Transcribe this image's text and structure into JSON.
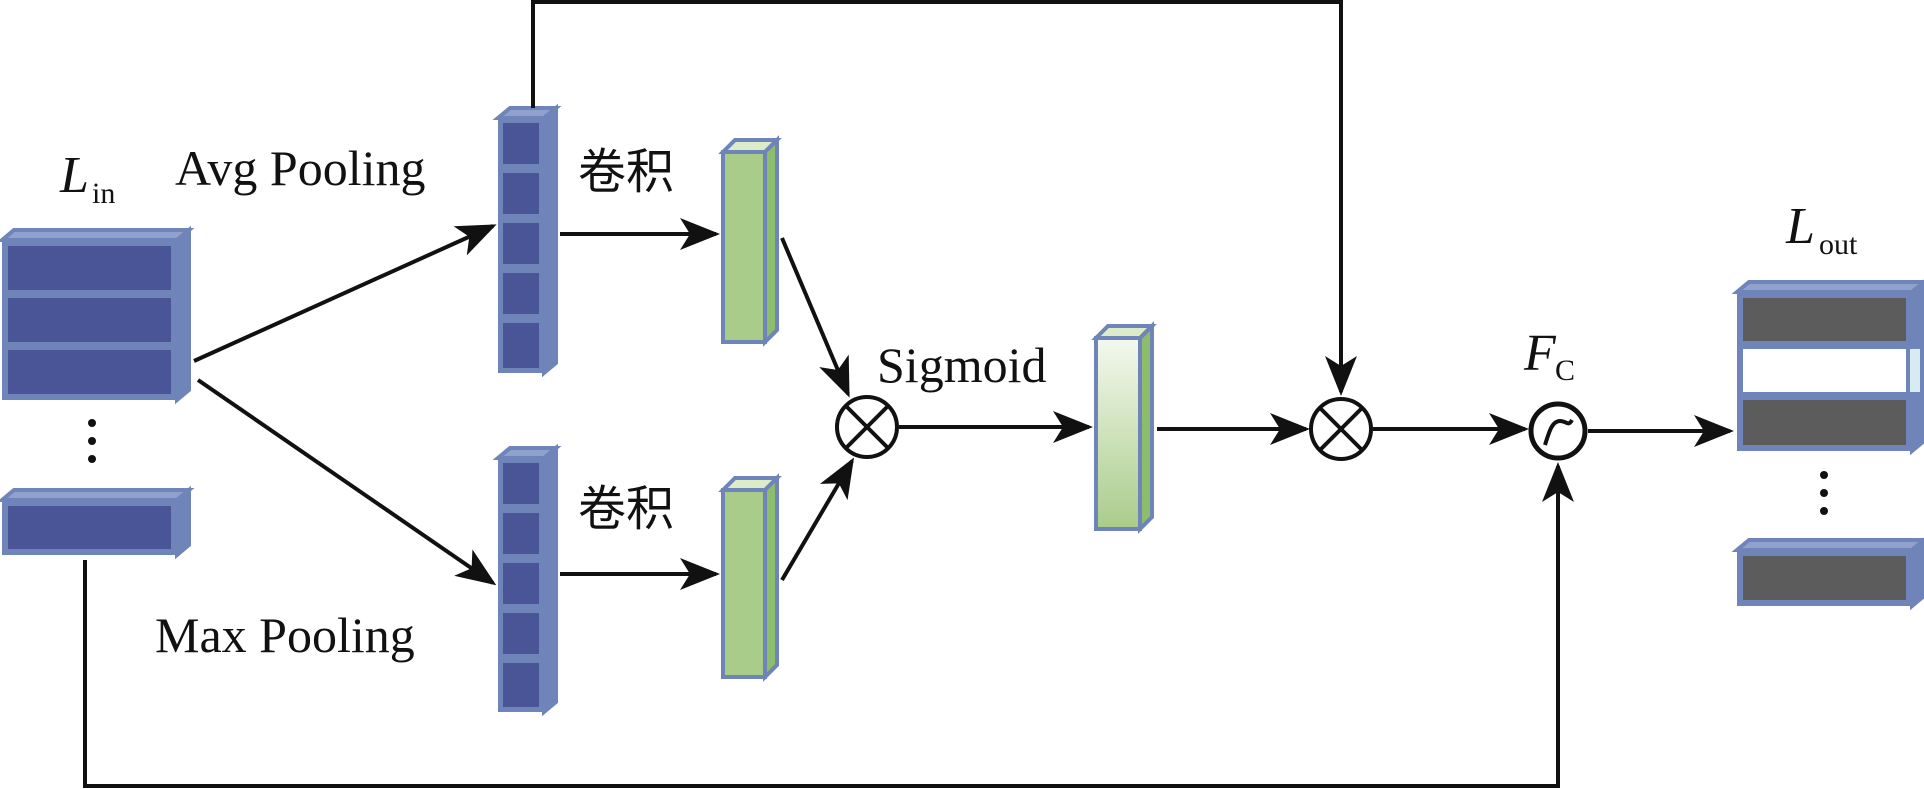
{
  "labels": {
    "l_in_main": "L",
    "l_in_sub": "in",
    "avg_pooling": "Avg Pooling",
    "max_pooling": "Max Pooling",
    "conv_top": "卷积",
    "conv_bottom": "卷积",
    "sigmoid": "Sigmoid",
    "fc_main": "F",
    "fc_sub": "C",
    "l_out_main": "L",
    "l_out_sub": "out",
    "multiply_symbol": "⊗"
  },
  "colors": {
    "feature_blue": "#4a5598",
    "feature_border": "#6f84b8",
    "attention_green": "#a9cc8a",
    "output_gray": "#5c5c5c",
    "line": "#111111"
  }
}
